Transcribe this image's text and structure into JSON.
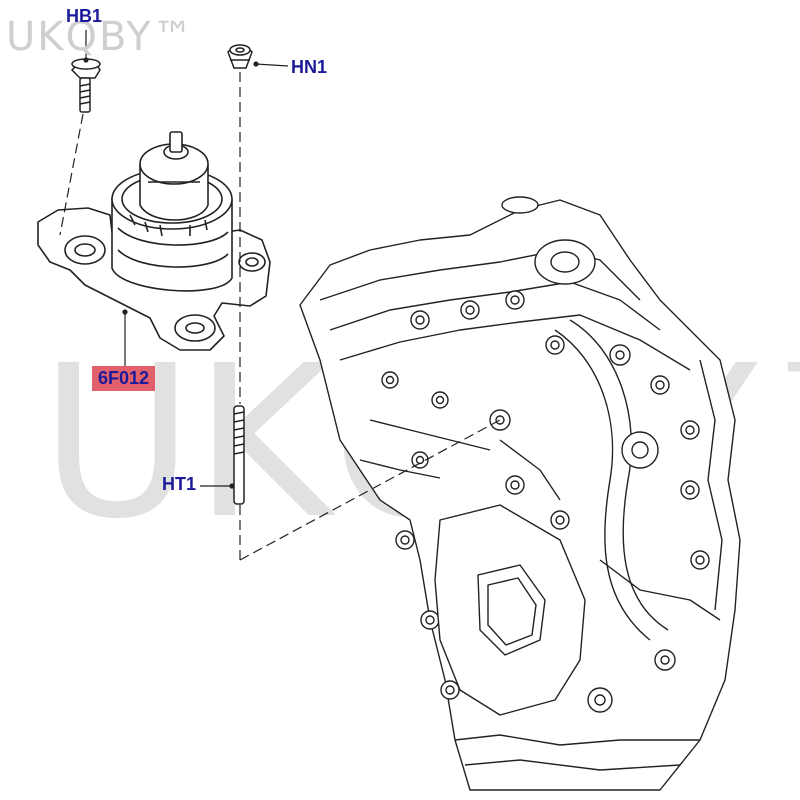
{
  "watermark": {
    "top_text": "UKQBY™",
    "center_text": "UKQBY™"
  },
  "callouts": {
    "hb1": "HB1",
    "hn1": "HN1",
    "ht1": "HT1",
    "part": "6F012"
  },
  "colors": {
    "callout_text": "#1a1a9a",
    "part_highlight": "#e0606b",
    "line_art": "#222222",
    "watermark": "#d4d4d4"
  }
}
